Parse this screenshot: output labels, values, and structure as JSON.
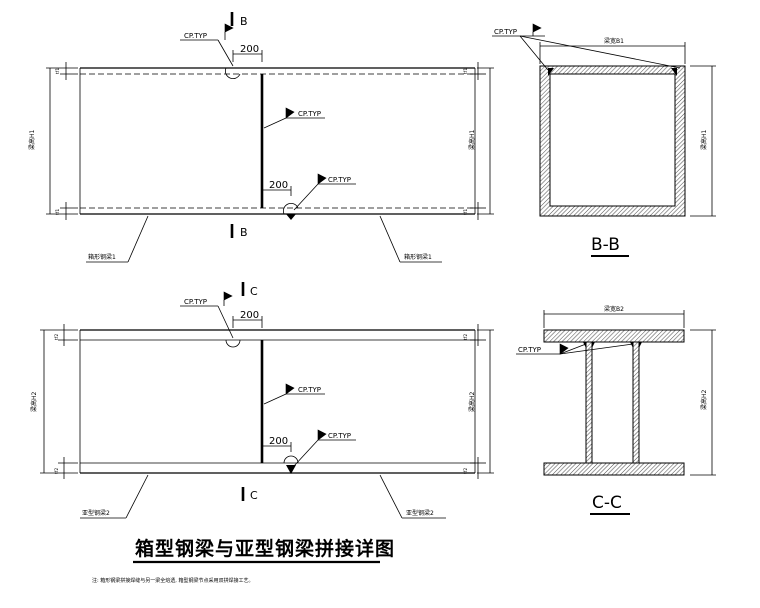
{
  "drawing_title": "箱型钢梁与亚型钢梁拼接详图",
  "note": "注: 箱形钢梁拼接焊缝与另一梁全熔透, 箱型钢梁节点采用双拼焊接工艺。",
  "weld_label": "CP.TYP",
  "dim_200": "200",
  "section_b": "B",
  "section_c": "C",
  "section_bb": "B-B",
  "section_cc": "C-C",
  "beam_width_1": "梁宽B1",
  "beam_width_2": "梁宽B2",
  "beam_height_1": "梁高H1",
  "beam_height_2": "梁高H2",
  "flange_t1": "tf1",
  "flange_t2": "tf2",
  "leader_1a": "箱形钢梁1",
  "leader_1b": "箱形钢梁1",
  "leader_2a": "亚型钢梁2",
  "leader_2b": "亚型钢梁2"
}
